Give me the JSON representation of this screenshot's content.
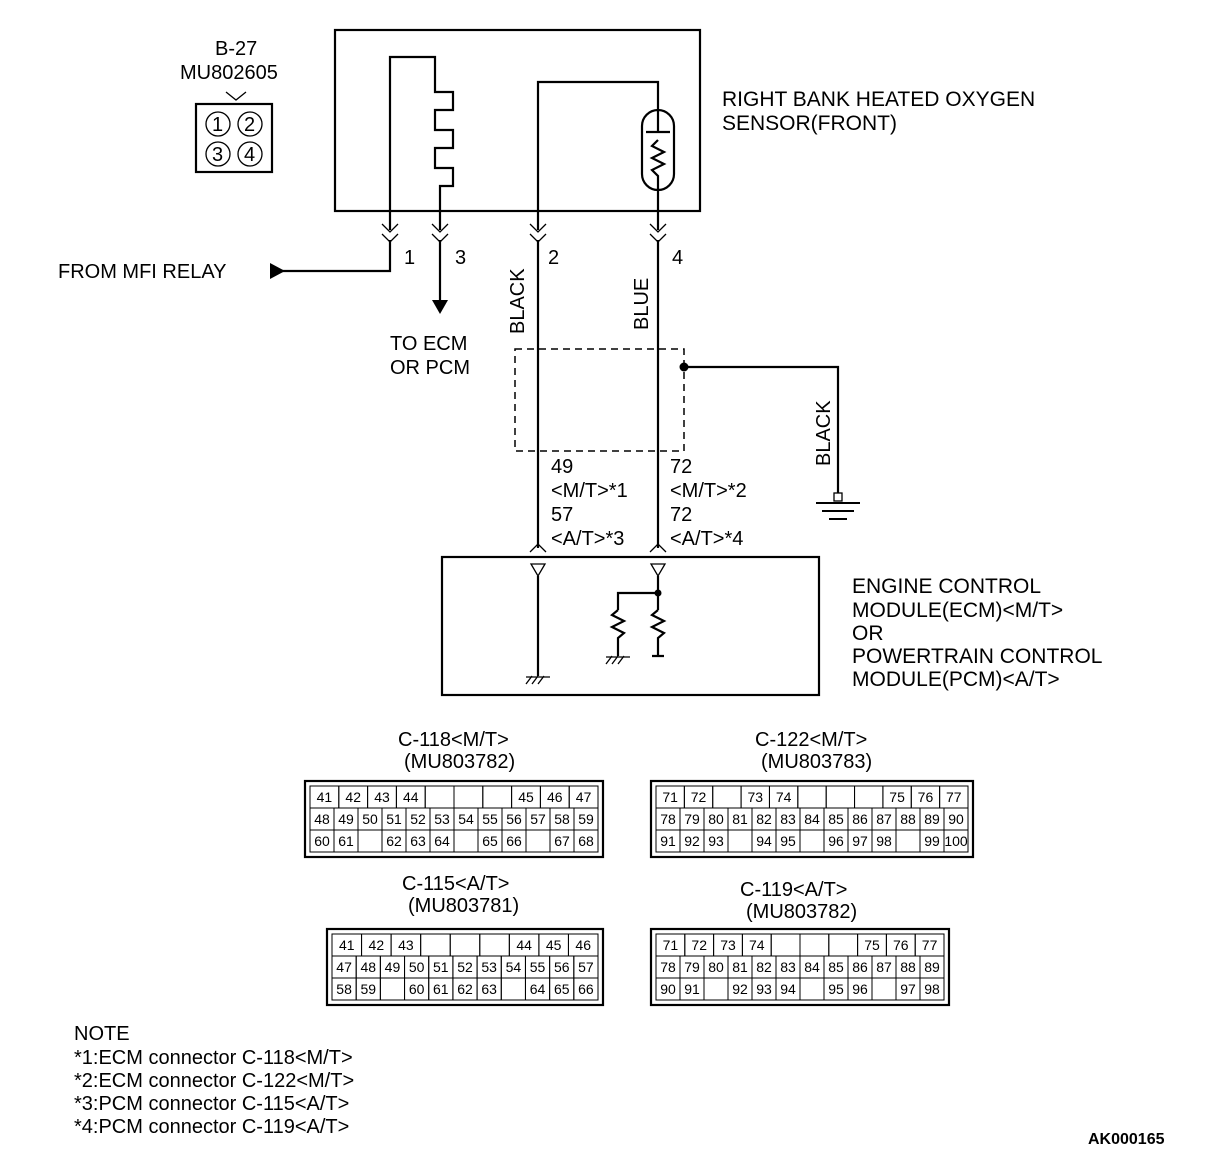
{
  "sensor_connector": {
    "id": "B-27",
    "part": "MU802605",
    "pins": [
      "1",
      "2",
      "3",
      "4"
    ]
  },
  "sensor": {
    "name_line1": "RIGHT BANK HEATED OXYGEN",
    "name_line2": "SENSOR(FRONT)"
  },
  "wiring": {
    "from_label": "FROM MFI RELAY",
    "to_label_line1": "TO ECM",
    "to_label_line2": "OR PCM",
    "pin1": "1",
    "pin3": "3",
    "pin2": "2",
    "pin4": "4",
    "wire2_color": "BLACK",
    "wire4_color": "BLUE",
    "shield_color": "BLACK",
    "left_term": [
      "49",
      "<M/T>*1",
      "57",
      "<A/T>*3"
    ],
    "right_term": [
      "72",
      "<M/T>*2",
      "72",
      "<A/T>*4"
    ]
  },
  "module": {
    "line1": "ENGINE CONTROL",
    "line2": "MODULE(ECM)<M/T>",
    "line3": "OR",
    "line4": "POWERTRAIN CONTROL",
    "line5": "MODULE(PCM)<A/T>"
  },
  "connectors": [
    {
      "title": "C-118<M/T>",
      "part": "(MU803782)",
      "rows": [
        [
          "41",
          "42",
          "43",
          "44",
          "",
          "",
          "",
          "45",
          "46",
          "47"
        ],
        [
          "48",
          "49",
          "50",
          "51",
          "52",
          "53",
          "54",
          "55",
          "56",
          "57",
          "58",
          "59"
        ],
        [
          "60",
          "61",
          "",
          "62",
          "63",
          "64",
          "",
          "65",
          "66",
          "",
          "67",
          "68"
        ]
      ]
    },
    {
      "title": "C-122<M/T>",
      "part": "(MU803783)",
      "rows": [
        [
          "71",
          "72",
          "",
          "73",
          "74",
          "",
          "",
          "",
          "75",
          "76",
          "77"
        ],
        [
          "78",
          "79",
          "80",
          "81",
          "82",
          "83",
          "84",
          "85",
          "86",
          "87",
          "88",
          "89",
          "90"
        ],
        [
          "91",
          "92",
          "93",
          "",
          "94",
          "95",
          "",
          "96",
          "97",
          "98",
          "",
          "99",
          "100"
        ]
      ]
    },
    {
      "title": "C-115<A/T>",
      "part": "(MU803781)",
      "rows": [
        [
          "41",
          "42",
          "43",
          "",
          "",
          "",
          "44",
          "45",
          "46"
        ],
        [
          "47",
          "48",
          "49",
          "50",
          "51",
          "52",
          "53",
          "54",
          "55",
          "56",
          "57"
        ],
        [
          "58",
          "59",
          "",
          "60",
          "61",
          "62",
          "63",
          "",
          "64",
          "65",
          "66"
        ]
      ]
    },
    {
      "title": "C-119<A/T>",
      "part": "(MU803782)",
      "rows": [
        [
          "71",
          "72",
          "73",
          "74",
          "",
          "",
          "",
          "75",
          "76",
          "77"
        ],
        [
          "78",
          "79",
          "80",
          "81",
          "82",
          "83",
          "84",
          "85",
          "86",
          "87",
          "88",
          "89"
        ],
        [
          "90",
          "91",
          "",
          "92",
          "93",
          "94",
          "",
          "95",
          "96",
          "",
          "97",
          "98"
        ]
      ]
    }
  ],
  "note": {
    "heading": "NOTE",
    "lines": [
      "*1:ECM connector C-118<M/T>",
      "*2:ECM connector C-122<M/T>",
      "*3:PCM connector C-115<A/T>",
      "*4:PCM connector C-119<A/T>"
    ]
  },
  "figure_id": "AK000165"
}
